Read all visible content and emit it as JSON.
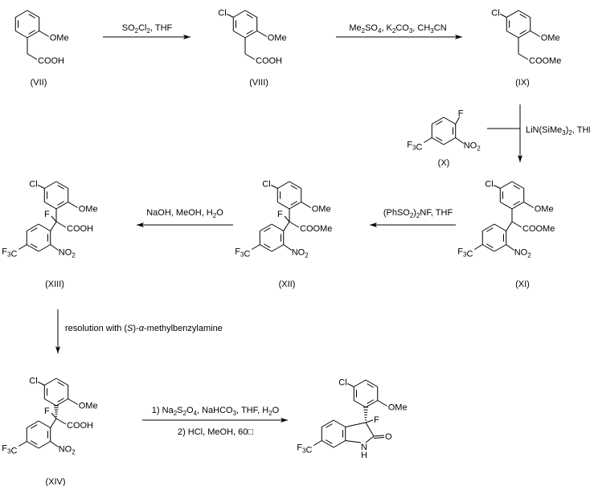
{
  "scheme": {
    "title": "Synthesis scheme",
    "compounds": [
      {
        "id": "VII",
        "label": "(VII)",
        "substituents": {
          "ome": "OMe",
          "acid": "COOH"
        }
      },
      {
        "id": "VIII",
        "label": "(VIII)",
        "substituents": {
          "cl": "Cl",
          "ome": "OMe",
          "acid": "COOH"
        }
      },
      {
        "id": "IX",
        "label": "(IX)",
        "substituents": {
          "cl": "Cl",
          "ome": "OMe",
          "acid": "COOMe"
        }
      },
      {
        "id": "X",
        "label": "(X)",
        "substituents": {
          "f": "F",
          "cf3": "F3C",
          "no2": "NO2"
        }
      },
      {
        "id": "XI",
        "label": "(XI)",
        "substituents": {
          "cl": "Cl",
          "ome": "OMe",
          "acid": "COOMe",
          "cf3": "F3C",
          "no2": "NO2"
        }
      },
      {
        "id": "XII",
        "label": "(XII)",
        "substituents": {
          "cl": "Cl",
          "ome": "OMe",
          "f": "F",
          "acid": "COOMe",
          "cf3": "F3C",
          "no2": "NO2"
        }
      },
      {
        "id": "XIII",
        "label": "(XIII)",
        "substituents": {
          "cl": "Cl",
          "ome": "OMe",
          "f": "F",
          "acid": "COOH",
          "cf3": "F3C",
          "no2": "NO2"
        }
      },
      {
        "id": "XIV",
        "label": "(XIV)",
        "substituents": {
          "cl": "Cl",
          "ome": "OMe",
          "f": "F",
          "acid": "COOH",
          "cf3": "F3C",
          "no2": "NO2"
        }
      },
      {
        "id": "product",
        "label": "",
        "substituents": {
          "cl": "Cl",
          "ome": "OMe",
          "f": "F",
          "o": "O",
          "nh": "N",
          "h": "H",
          "cf3": "F3C"
        }
      }
    ],
    "steps": [
      {
        "from": "VII",
        "to": "VIII",
        "reagents": [
          {
            "t": "SO"
          },
          {
            "t": "2",
            "sub": true
          },
          {
            "t": "Cl"
          },
          {
            "t": "2",
            "sub": true
          },
          {
            "t": ", THF"
          }
        ]
      },
      {
        "from": "VIII",
        "to": "IX",
        "reagents": [
          {
            "t": "Me"
          },
          {
            "t": "2",
            "sub": true
          },
          {
            "t": "SO"
          },
          {
            "t": "4",
            "sub": true
          },
          {
            "t": ", K"
          },
          {
            "t": "2",
            "sub": true
          },
          {
            "t": "CO"
          },
          {
            "t": "3",
            "sub": true
          },
          {
            "t": ", CH"
          },
          {
            "t": "3",
            "sub": true
          },
          {
            "t": "CN"
          }
        ]
      },
      {
        "from": "IX",
        "to": "XI",
        "reagents": [
          {
            "t": "LiN(SiMe"
          },
          {
            "t": "3",
            "sub": true
          },
          {
            "t": ")"
          },
          {
            "t": "2",
            "sub": true
          },
          {
            "t": ", THF"
          }
        ]
      },
      {
        "from": "XI",
        "to": "XII",
        "reagents": [
          {
            "t": "(PhSO"
          },
          {
            "t": "2",
            "sub": true
          },
          {
            "t": ")"
          },
          {
            "t": "2",
            "sub": true
          },
          {
            "t": "NF, THF"
          }
        ]
      },
      {
        "from": "XII",
        "to": "XIII",
        "reagents": [
          {
            "t": "NaOH, MeOH, H"
          },
          {
            "t": "2",
            "sub": true
          },
          {
            "t": "O"
          }
        ]
      },
      {
        "from": "XIII",
        "to": "XIV",
        "reagents": [
          {
            "t": "resolution with ("
          },
          {
            "t": "S",
            "it": true
          },
          {
            "t": ")-"
          },
          {
            "t": "α",
            "it": true
          },
          {
            "t": "-methylbenzylamine"
          }
        ]
      },
      {
        "from": "XIV",
        "to": "product",
        "reagents": [
          {
            "t": "1) Na"
          },
          {
            "t": "2",
            "sub": true
          },
          {
            "t": "S"
          },
          {
            "t": "2",
            "sub": true
          },
          {
            "t": "O"
          },
          {
            "t": "4",
            "sub": true
          },
          {
            "t": ", NaHCO"
          },
          {
            "t": "3",
            "sub": true
          },
          {
            "t": ", THF, H"
          },
          {
            "t": "2",
            "sub": true
          },
          {
            "t": "O"
          }
        ],
        "reagents_line2": [
          {
            "t": "2) HCl, MeOH, 60"
          },
          {
            "t": "□"
          }
        ]
      }
    ]
  }
}
